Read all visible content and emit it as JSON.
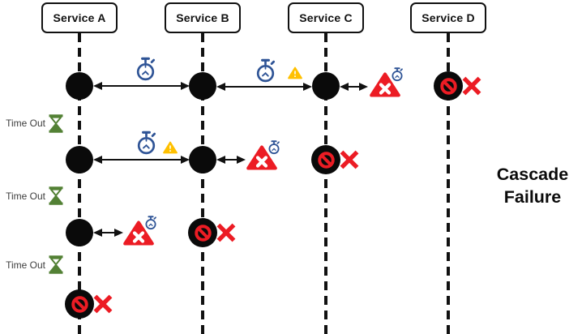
{
  "title": "Cascade Failure",
  "services": [
    {
      "id": "A",
      "label": "Service A"
    },
    {
      "id": "B",
      "label": "Service B"
    },
    {
      "id": "C",
      "label": "Service C"
    },
    {
      "id": "D",
      "label": "Service D"
    }
  ],
  "timeout": {
    "label": "Time Out",
    "occurrences": 3
  },
  "colors": {
    "node_black": "#0a0a0a",
    "stopwatch_blue": "#2F5496",
    "warning_amber": "#FFC000",
    "failure_red": "#EC1C24",
    "hourglass_green": "#538135",
    "timeout_text_gray": "#3d3d3d",
    "line_black": "#111111"
  },
  "icons": {
    "stopwatch": "slow response latency",
    "warning": "degradation warning",
    "timeout-error": "call failed with timeout",
    "blocked": "service unavailable (no-entry)",
    "failure-x": "service down",
    "hourglass": "waiting / time out"
  },
  "rows": [
    {
      "step": 1,
      "events": [
        {
          "type": "call",
          "between": [
            "Service A",
            "Service B"
          ],
          "markers": [
            "stopwatch"
          ]
        },
        {
          "type": "call",
          "between": [
            "Service B",
            "Service C"
          ],
          "markers": [
            "stopwatch",
            "warning"
          ]
        },
        {
          "type": "failed-call",
          "from": "Service C",
          "markers": [
            "timeout-error"
          ]
        },
        {
          "type": "service-down",
          "service": "Service D",
          "markers": [
            "blocked",
            "failure-x"
          ]
        }
      ]
    },
    {
      "step": 2,
      "events": [
        {
          "type": "call",
          "between": [
            "Service A",
            "Service B"
          ],
          "markers": [
            "stopwatch",
            "warning"
          ]
        },
        {
          "type": "failed-call",
          "from": "Service B",
          "markers": [
            "timeout-error"
          ]
        },
        {
          "type": "service-down",
          "service": "Service C",
          "markers": [
            "blocked",
            "failure-x"
          ]
        }
      ]
    },
    {
      "step": 3,
      "events": [
        {
          "type": "failed-call",
          "from": "Service A",
          "markers": [
            "timeout-error"
          ]
        },
        {
          "type": "service-down",
          "service": "Service B",
          "markers": [
            "blocked",
            "failure-x"
          ]
        }
      ]
    },
    {
      "step": 4,
      "events": [
        {
          "type": "service-down",
          "service": "Service A",
          "markers": [
            "blocked",
            "failure-x"
          ]
        }
      ]
    }
  ]
}
